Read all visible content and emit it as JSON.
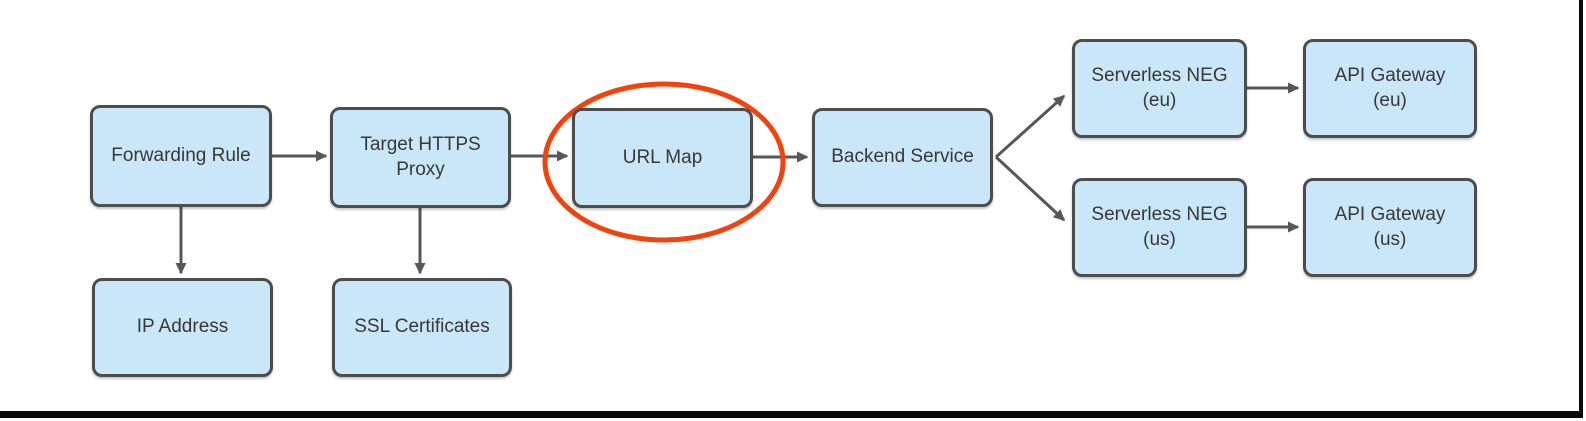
{
  "diagram": {
    "type": "flowchart",
    "colors": {
      "node_fill": "#C9E7F8",
      "node_border": "#4D4D4D",
      "node_text": "#383838",
      "arrow": "#575757",
      "highlight": "#F2420D",
      "frame": "#0A0A0A",
      "background": "#FFFFFF"
    },
    "nodes": [
      {
        "id": "forwarding-rule",
        "label": "Forwarding Rule"
      },
      {
        "id": "target-https-proxy",
        "label": "Target HTTPS\nProxy"
      },
      {
        "id": "url-map",
        "label": "URL Map",
        "highlighted": true
      },
      {
        "id": "backend-service",
        "label": "Backend Service"
      },
      {
        "id": "serverless-neg-eu",
        "label": "Serverless NEG\n(eu)"
      },
      {
        "id": "api-gateway-eu",
        "label": "API Gateway\n(eu)"
      },
      {
        "id": "serverless-neg-us",
        "label": "Serverless NEG\n(us)"
      },
      {
        "id": "api-gateway-us",
        "label": "API Gateway\n(us)"
      },
      {
        "id": "ip-address",
        "label": "IP Address"
      },
      {
        "id": "ssl-certificates",
        "label": "SSL Certificates"
      }
    ],
    "edges": [
      {
        "from": "forwarding-rule",
        "to": "target-https-proxy"
      },
      {
        "from": "target-https-proxy",
        "to": "url-map"
      },
      {
        "from": "url-map",
        "to": "backend-service"
      },
      {
        "from": "backend-service",
        "to": "serverless-neg-eu"
      },
      {
        "from": "backend-service",
        "to": "serverless-neg-us"
      },
      {
        "from": "serverless-neg-eu",
        "to": "api-gateway-eu"
      },
      {
        "from": "serverless-neg-us",
        "to": "api-gateway-us"
      },
      {
        "from": "forwarding-rule",
        "to": "ip-address"
      },
      {
        "from": "target-https-proxy",
        "to": "ssl-certificates"
      }
    ],
    "annotations": [
      {
        "type": "highlight-ellipse",
        "target": "url-map",
        "color": "#F2420D"
      }
    ]
  }
}
